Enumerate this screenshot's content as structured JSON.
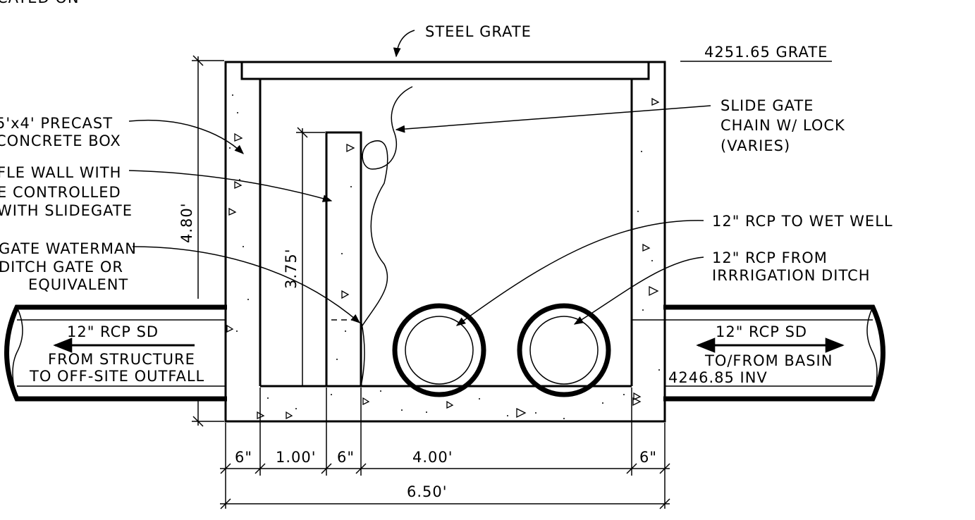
{
  "labels": {
    "cut_top": "CATED ON",
    "steel_grate": "STEEL GRATE",
    "grate_elev": "4251.65 GRATE",
    "box_1": "5'x4' PRECAST",
    "box_2": "CONCRETE BOX",
    "baffle_1": "FLE WALL WITH",
    "baffle_2": "E CONTROLLED",
    "baffle_3": "WITH SLIDEGATE",
    "gate_1": "GATE WATERMAN",
    "gate_2": "DITCH GATE OR",
    "gate_3": "EQUIVALENT",
    "chain_1": "SLIDE GATE",
    "chain_2": "CHAIN W/ LOCK",
    "chain_3": "(VARIES)",
    "rcp_wet": "12\" RCP TO WET WELL",
    "rcp_irr_1": "12\" RCP FROM",
    "rcp_irr_2": "IRRRIGATION DITCH",
    "left_pipe_1": "12\" RCP SD",
    "left_pipe_2": "FROM STRUCTURE",
    "left_pipe_3": "TO OFF-SITE OUTFALL",
    "right_pipe_1": "12\" RCP SD",
    "right_pipe_2": "TO/FROM BASIN",
    "inv_elev": "4246.85 INV"
  },
  "dimensions": {
    "box_height": "4.80'",
    "baffle_height": "3.75'",
    "wall_left": "6\"",
    "gap": "1.00'",
    "baffle": "6\"",
    "interior": "4.00'",
    "wall_right": "6\"",
    "overall": "6.50'"
  }
}
